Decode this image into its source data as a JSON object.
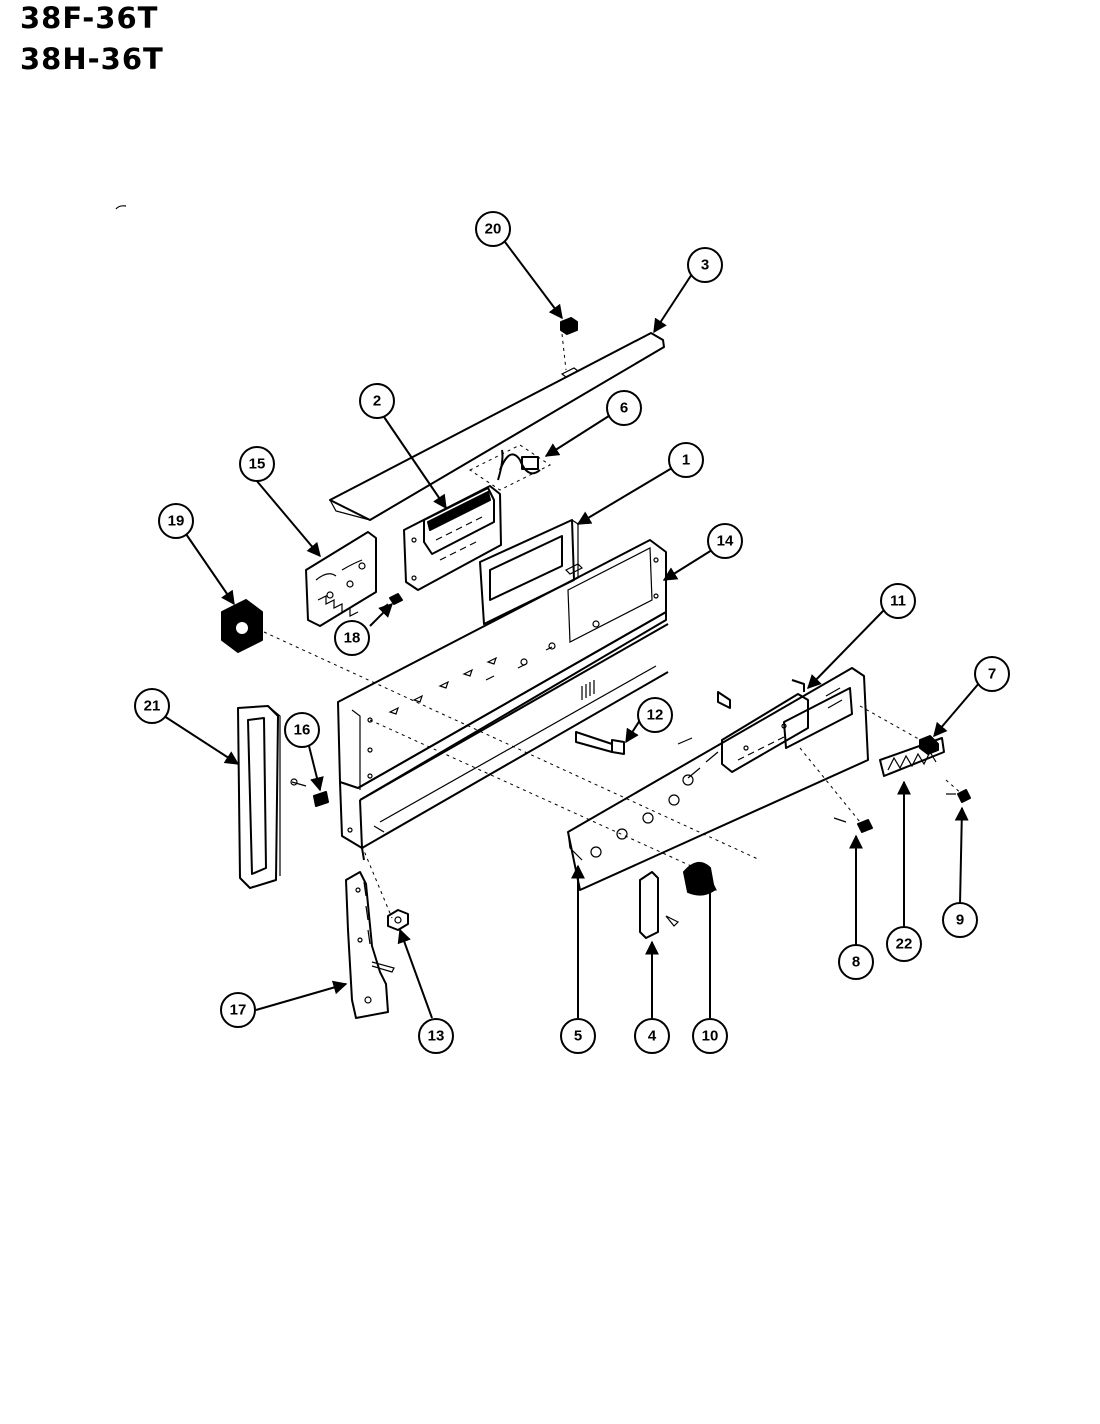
{
  "models": [
    "38F-36T",
    "38H-36T"
  ],
  "callouts": [
    {
      "id": "c1",
      "label": "1"
    },
    {
      "id": "c2",
      "label": "2"
    },
    {
      "id": "c3",
      "label": "3"
    },
    {
      "id": "c4",
      "label": "4"
    },
    {
      "id": "c5",
      "label": "5"
    },
    {
      "id": "c6",
      "label": "6"
    },
    {
      "id": "c7",
      "label": "7"
    },
    {
      "id": "c8",
      "label": "8"
    },
    {
      "id": "c9",
      "label": "9"
    },
    {
      "id": "c10",
      "label": "10"
    },
    {
      "id": "c11",
      "label": "11"
    },
    {
      "id": "c12",
      "label": "12"
    },
    {
      "id": "c13",
      "label": "13"
    },
    {
      "id": "c14",
      "label": "14"
    },
    {
      "id": "c15",
      "label": "15"
    },
    {
      "id": "c16",
      "label": "16"
    },
    {
      "id": "c17",
      "label": "17"
    },
    {
      "id": "c18",
      "label": "18"
    },
    {
      "id": "c19",
      "label": "19"
    },
    {
      "id": "c20",
      "label": "20"
    },
    {
      "id": "c21",
      "label": "21"
    },
    {
      "id": "c22",
      "label": "22"
    }
  ]
}
